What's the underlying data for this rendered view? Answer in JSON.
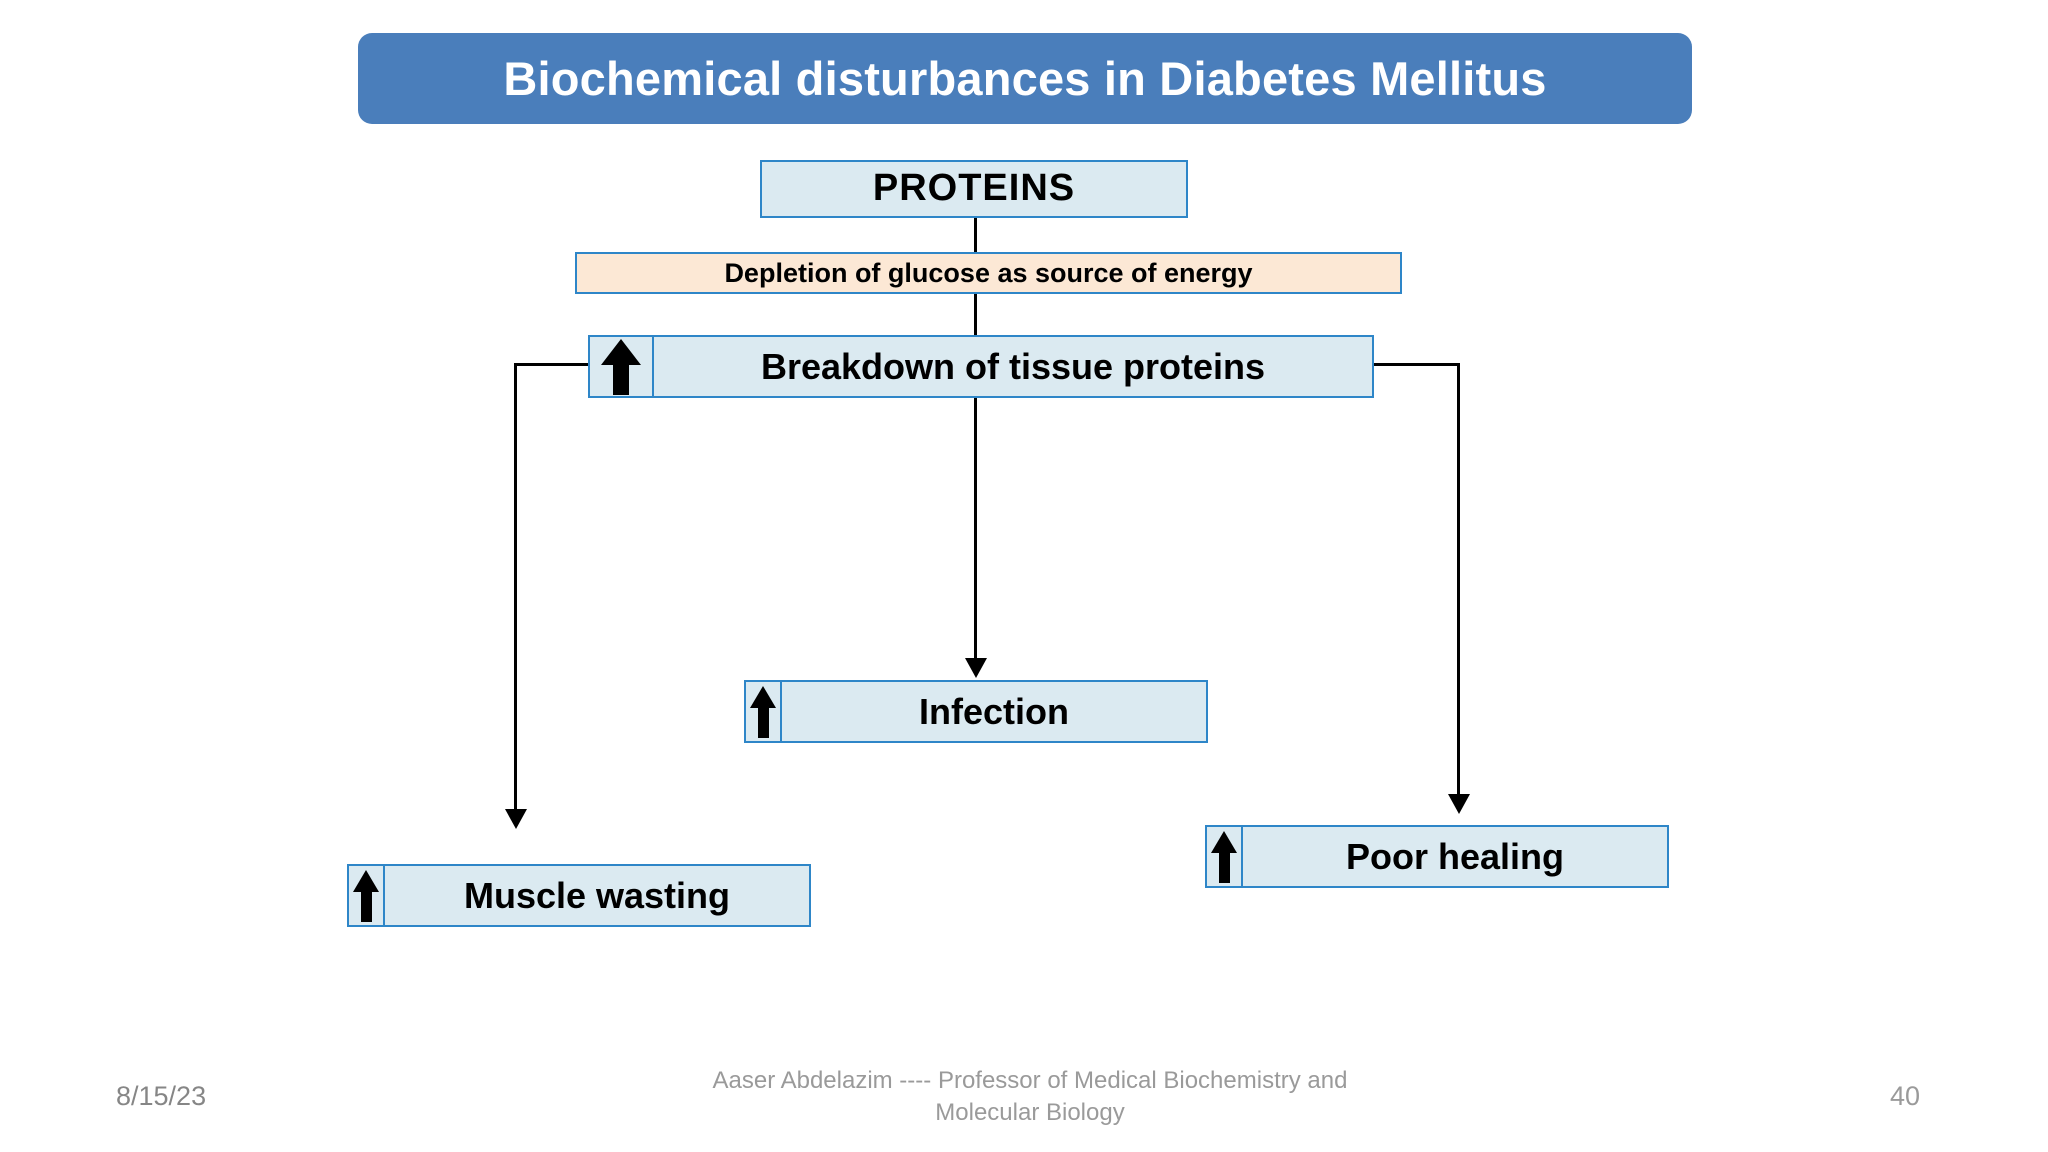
{
  "slide": {
    "title": "Biochemical disturbances in Diabetes Mellitus",
    "title_bar_color": "#4a7ebb",
    "background_color": "#ffffff"
  },
  "diagram": {
    "type": "flowchart",
    "box_fill_blue": "#dbeaf1",
    "box_fill_orange": "#fce8d5",
    "box_border": "#2e86c8",
    "nodes": [
      {
        "id": "proteins",
        "label": "PROTEINS",
        "fill": "#dbeaf1",
        "has_up_arrow": false
      },
      {
        "id": "depletion",
        "label": "Depletion of glucose as source of energy",
        "fill": "#fce8d5",
        "has_up_arrow": false
      },
      {
        "id": "breakdown",
        "label": "Breakdown of tissue proteins",
        "fill": "#dbeaf1",
        "has_up_arrow": true,
        "arrow_icon": "up-arrow-increase-icon"
      },
      {
        "id": "infection",
        "label": "Infection",
        "fill": "#dbeaf1",
        "has_up_arrow": true,
        "arrow_icon": "up-arrow-increase-icon"
      },
      {
        "id": "muscle-wasting",
        "label": "Muscle wasting",
        "fill": "#dbeaf1",
        "has_up_arrow": true,
        "arrow_icon": "up-arrow-increase-icon"
      },
      {
        "id": "poor-healing",
        "label": "Poor healing",
        "fill": "#dbeaf1",
        "has_up_arrow": true,
        "arrow_icon": "up-arrow-increase-icon"
      }
    ],
    "edges": [
      {
        "from": "proteins",
        "to": "depletion",
        "style": "straight"
      },
      {
        "from": "depletion",
        "to": "breakdown",
        "style": "straight"
      },
      {
        "from": "breakdown",
        "to": "infection",
        "style": "straight-arrow-down"
      },
      {
        "from": "breakdown",
        "to": "muscle-wasting",
        "style": "elbow-left-arrow-down"
      },
      {
        "from": "breakdown",
        "to": "poor-healing",
        "style": "elbow-right-arrow-down"
      }
    ]
  },
  "footer": {
    "date": "8/15/23",
    "credit": "Aaser Abdelazim ---- Professor of Medical Biochemistry and Molecular Biology",
    "page_number": "40"
  }
}
